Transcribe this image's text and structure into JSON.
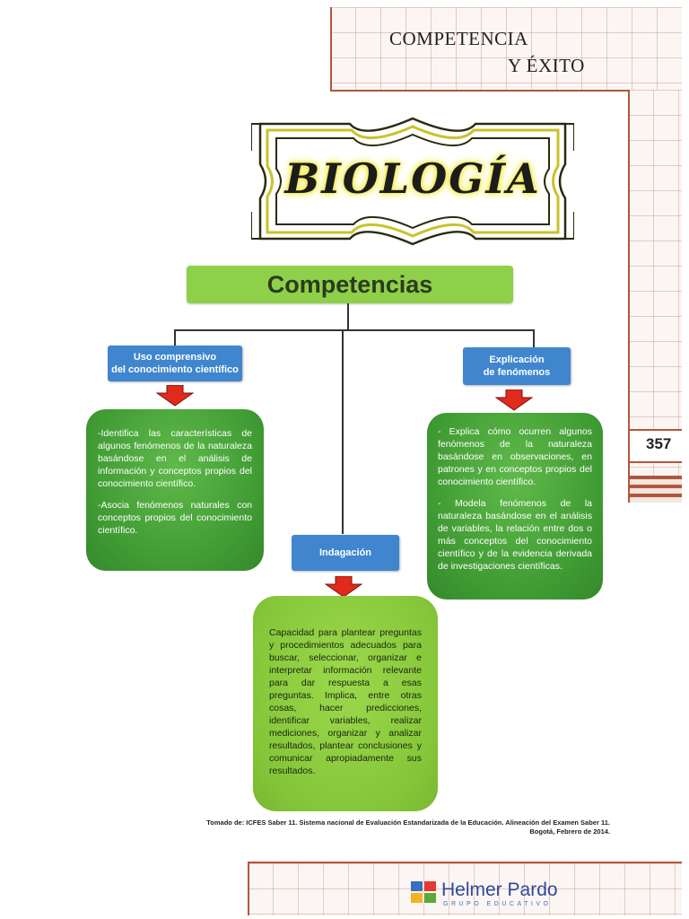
{
  "header": {
    "title_line1": "COMPETENCIA",
    "title_line2": "Y ÉXITO",
    "page_number": "357"
  },
  "badge": {
    "title": "BIOLOGÍA"
  },
  "main": {
    "heading": "Competencias",
    "branches": {
      "left": {
        "label_line1": "Uso comprensivo",
        "label_line2": "del conocimiento científico",
        "text1": "-Identifica las características de algunos fenómenos de la naturaleza basándose en el análisis de información y conceptos propios del conocimiento científico.",
        "text2": "-Asocia fenómenos naturales con conceptos propios del conocimiento científico."
      },
      "right": {
        "label_line1": "Explicación",
        "label_line2": "de fenómenos",
        "text1": "- Explica cómo ocurren algunos fenómenos de la naturaleza basándose en observaciones, en patrones y en conceptos propios del conocimiento científico.",
        "text2": "- Modela fenómenos de la naturaleza basándose en el análisis de variables, la relación entre dos o más conceptos del conocimiento científico y de la evidencia derivada de investigaciones científicas."
      },
      "center": {
        "label": "Indagación",
        "text": "Capacidad para plantear preguntas y procedimientos adecuados para buscar, seleccionar, organizar e interpretar información relevante para dar respuesta a esas preguntas. Implica, entre otras cosas, hacer predicciones, identificar variables, realizar mediciones, organizar y analizar resultados, plantear conclusiones y comunicar apropiadamente sus resultados."
      }
    }
  },
  "source": {
    "line1": "Tomado de: ICFES Saber 11. Sistema nacional de Evaluación Estandarizada de la Educación. Alineación del Examen Saber 11.",
    "line2": "Bogotá, Febrero de 2014."
  },
  "footer": {
    "brand": "Helmer Pardo",
    "tagline": "GRUPO EDUCATIVO"
  },
  "colors": {
    "header_line": "#b3553d",
    "heading_green": "#8ed04a",
    "box_blue": "#3f86cf",
    "box_green": "#4aa83a",
    "arrow_red": "#e02a1c"
  }
}
